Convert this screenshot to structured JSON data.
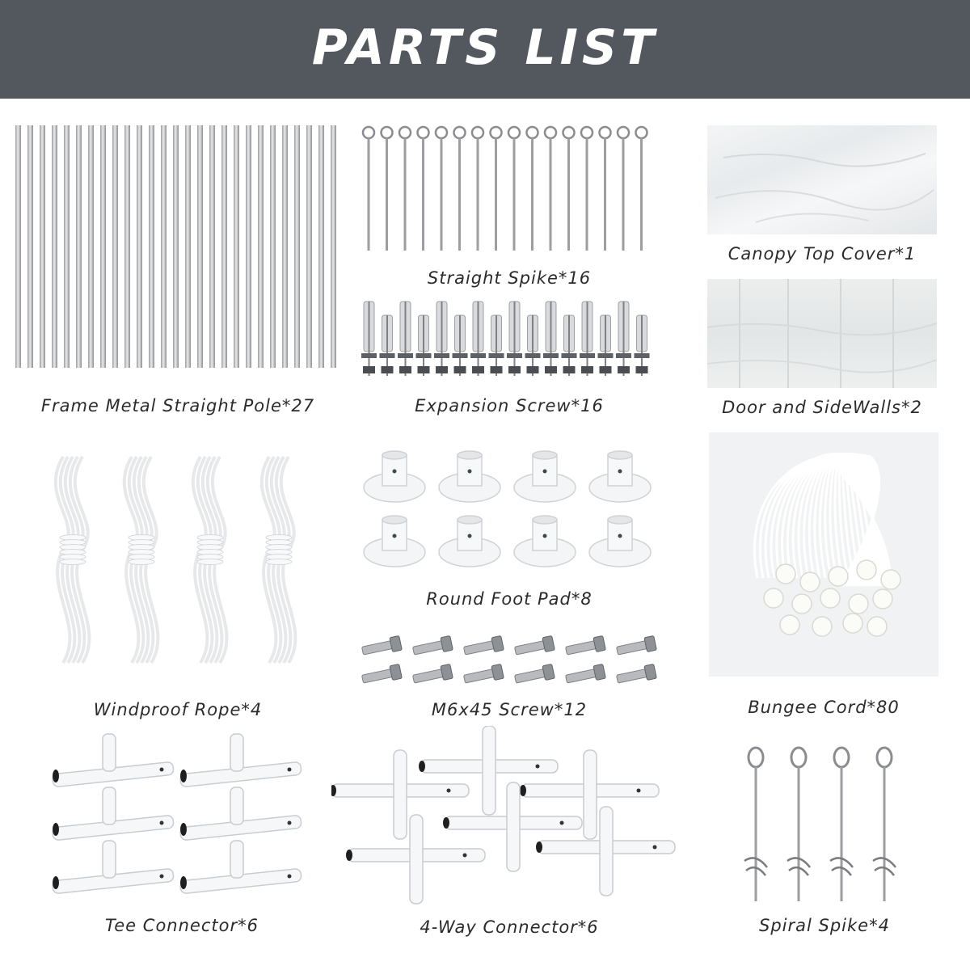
{
  "title": "PARTS LIST",
  "parts": [
    {
      "label": "Frame Metal Straight Pole*27",
      "icon": "metal-pole-icon"
    },
    {
      "label": "Straight Spike*16",
      "icon": "straight-spike-icon"
    },
    {
      "label": "Canopy Top Cover*1",
      "icon": "canopy-cover-icon"
    },
    {
      "label": "Expansion Screw*16",
      "icon": "expansion-screw-icon"
    },
    {
      "label": "Door and SideWalls*2",
      "icon": "sidewall-icon"
    },
    {
      "label": "Round Foot Pad*8",
      "icon": "foot-pad-icon"
    },
    {
      "label": "Windproof Rope*4",
      "icon": "rope-icon"
    },
    {
      "label": "M6x45 Screw*12",
      "icon": "screw-icon"
    },
    {
      "label": "Bungee Cord*80",
      "icon": "bungee-cord-icon"
    },
    {
      "label": "Tee Connector*6",
      "icon": "tee-connector-icon"
    },
    {
      "label": "4-Way Connector*6",
      "icon": "four-way-connector-icon"
    },
    {
      "label": "Spiral Spike*4",
      "icon": "spiral-spike-icon"
    }
  ],
  "colors": {
    "header_bg": "#53575e",
    "title_text": "#ffffff",
    "label_text": "#2b2b2b"
  }
}
